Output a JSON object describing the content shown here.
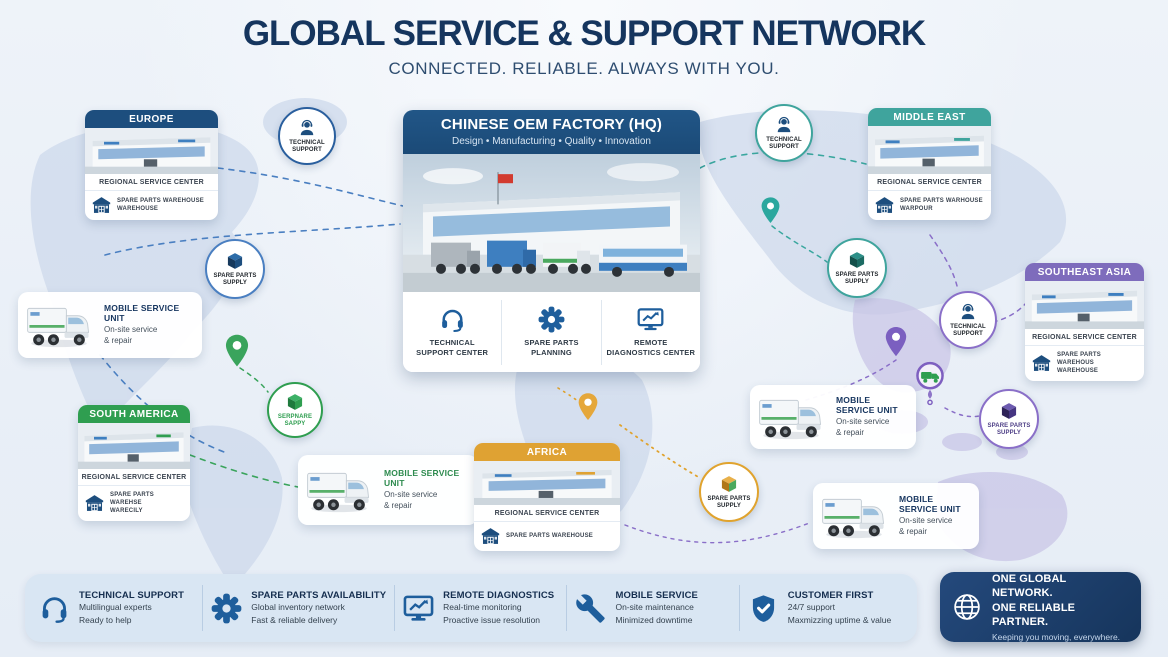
{
  "header": {
    "title": "GLOBAL SERVICE & SUPPORT NETWORK",
    "subtitle": "CONNECTED. RELIABLE. ALWAYS WITH YOU."
  },
  "hq": {
    "title": "CHINESE OEM FACTORY (HQ)",
    "subtitle": "Design • Manufacturing • Quality • Innovation",
    "services": [
      {
        "icon": "headset-icon",
        "line1": "TECHNICAL",
        "line2": "SUPPORT CENTER"
      },
      {
        "icon": "gear-icon",
        "line1": "SPARE PARTS",
        "line2": "PLANNING"
      },
      {
        "icon": "monitor-chart-icon",
        "line1": "REMOTE",
        "line2": "DIAGNOSTICS CENTER"
      }
    ]
  },
  "regions": [
    {
      "name": "EUROPE",
      "accent": "#1d4e7e",
      "service_center": "REGIONAL SERVICE CENTER",
      "warehouse_line1": "SPARE PARTS WAREHOUSE",
      "warehouse_line2": "WAREHOUSE"
    },
    {
      "name": "MIDDLE EAST",
      "accent": "#3fa49d",
      "service_center": "REGIONAL SERVICE CENTER",
      "warehouse_line1": "SPARE PARTS WARHOUSE",
      "warehouse_line2": "WARPOUR"
    },
    {
      "name": "SOUTHEAST ASIA",
      "accent": "#7e6cbc",
      "service_center": "REGIONAL SERVICE CENTER",
      "warehouse_line1": "SPARE PARTS WAREHOUS",
      "warehouse_line2": "WAREHOUSE"
    },
    {
      "name": "SOUTH AMERICA",
      "accent": "#2f9e50",
      "service_center": "REGIONAL SERVICE CENTER",
      "warehouse_line1": "SPARE PARTS WAREHSE",
      "warehouse_line2": "WARECILY"
    },
    {
      "name": "AFRICA",
      "accent": "#dfa233",
      "service_center": "REGIONAL SERVICE CENTER",
      "warehouse_line1": "SPARE PARTS WAREHOUSE",
      "warehouse_line2": ""
    }
  ],
  "mobile_units": [
    {
      "title": "MOBILE SERVICE UNIT",
      "line1": "On-site service",
      "line2": "& repair"
    },
    {
      "title": "MOBILE SERVICE UNIT",
      "line1": "On-site service",
      "line2": "& repair"
    },
    {
      "title": "MOBILE SERVICE UNIT",
      "line1": "On-site service",
      "line2": "& repair"
    },
    {
      "title": "MOBILE SERVICE UNIT",
      "line1": "On-site service",
      "line2": "& repair"
    }
  ],
  "badges": {
    "technical_support": {
      "line1": "TECHNICAL",
      "line2": "SUPPORT"
    },
    "spare_parts": {
      "line1": "SPARE PARTS",
      "line2": "SUPPLY"
    },
    "spare_parts_garbled": {
      "line1": "SERPNARE",
      "line2": "SAPPY"
    }
  },
  "footer": {
    "items": [
      {
        "icon": "headset-icon",
        "title": "TECHNICAL SUPPORT",
        "line1": "Multilingual experts",
        "line2": "Ready to help"
      },
      {
        "icon": "gear-icon",
        "title": "SPARE PARTS AVAILABILITY",
        "line1": "Global inventory network",
        "line2": "Fast & reliable delivery"
      },
      {
        "icon": "monitor-chart-icon",
        "title": "REMOTE DIAGNOSTICS",
        "line1": "Real-time monitoring",
        "line2": "Proactive issue resolution"
      },
      {
        "icon": "wrench-icon",
        "title": "MOBILE SERVICE",
        "line1": "On-site maintenance",
        "line2": "Minimized downtime"
      },
      {
        "icon": "shield-check-icon",
        "title": "CUSTOMER FIRST",
        "line1": "24/7 support",
        "line2": "Maxmizzing uptime & value"
      }
    ],
    "banner": {
      "icon": "globe-icon",
      "line1": "ONE GLOBAL NETWORK.",
      "line2": "ONE RELIABLE PARTNER.",
      "tagline": "Keeping you moving, everywhere."
    }
  },
  "colors": {
    "title_navy": "#15355e",
    "navy": "#1d4e7e",
    "icon_blue": "#1e5e9c",
    "teal": "#3fa49d",
    "purple": "#7e6cbc",
    "green": "#2f9e50",
    "amber": "#dfa233",
    "banner_navy": "#1d3f6e",
    "footer_bg": "#d9e6f3"
  }
}
